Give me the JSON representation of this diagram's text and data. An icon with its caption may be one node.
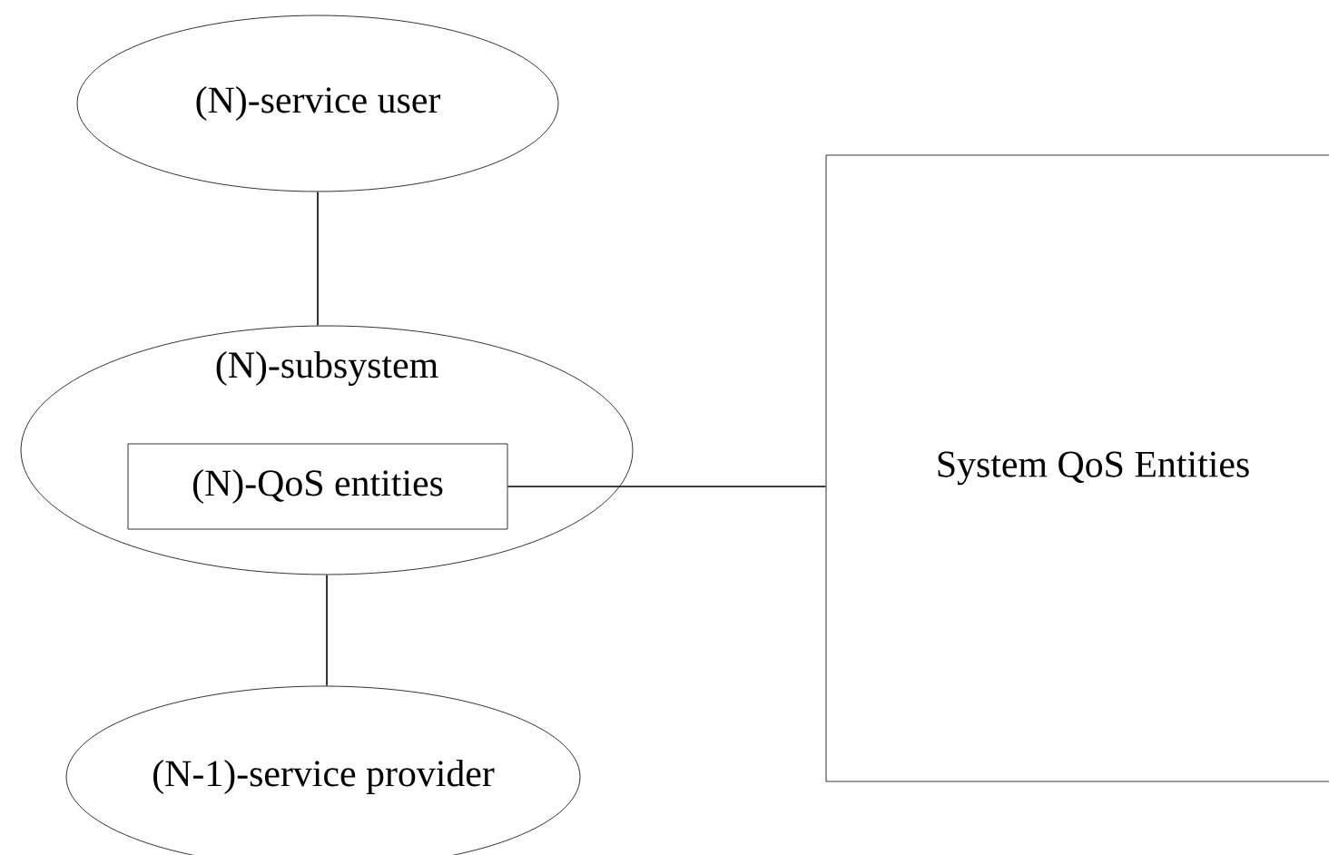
{
  "diagram": {
    "nodes": [
      {
        "text": [
          "(N)-service user"
        ]
      },
      {
        "text": [
          "(N)-subsystem"
        ]
      },
      {
        "text": [
          "(N)-QoS entities"
        ],
        "in": 1
      },
      {
        "text": [
          "(N-1)-service provider"
        ]
      },
      {
        "text": [
          "System QoS Entities"
        ]
      }
    ],
    "edges": [
      {
        "from": 0,
        "to": 1,
        "arrow": "none"
      },
      {
        "from": 2,
        "to": 4,
        "arrow": "none"
      },
      {
        "from": 1,
        "to": 3,
        "arrow": "none"
      }
    ]
  }
}
